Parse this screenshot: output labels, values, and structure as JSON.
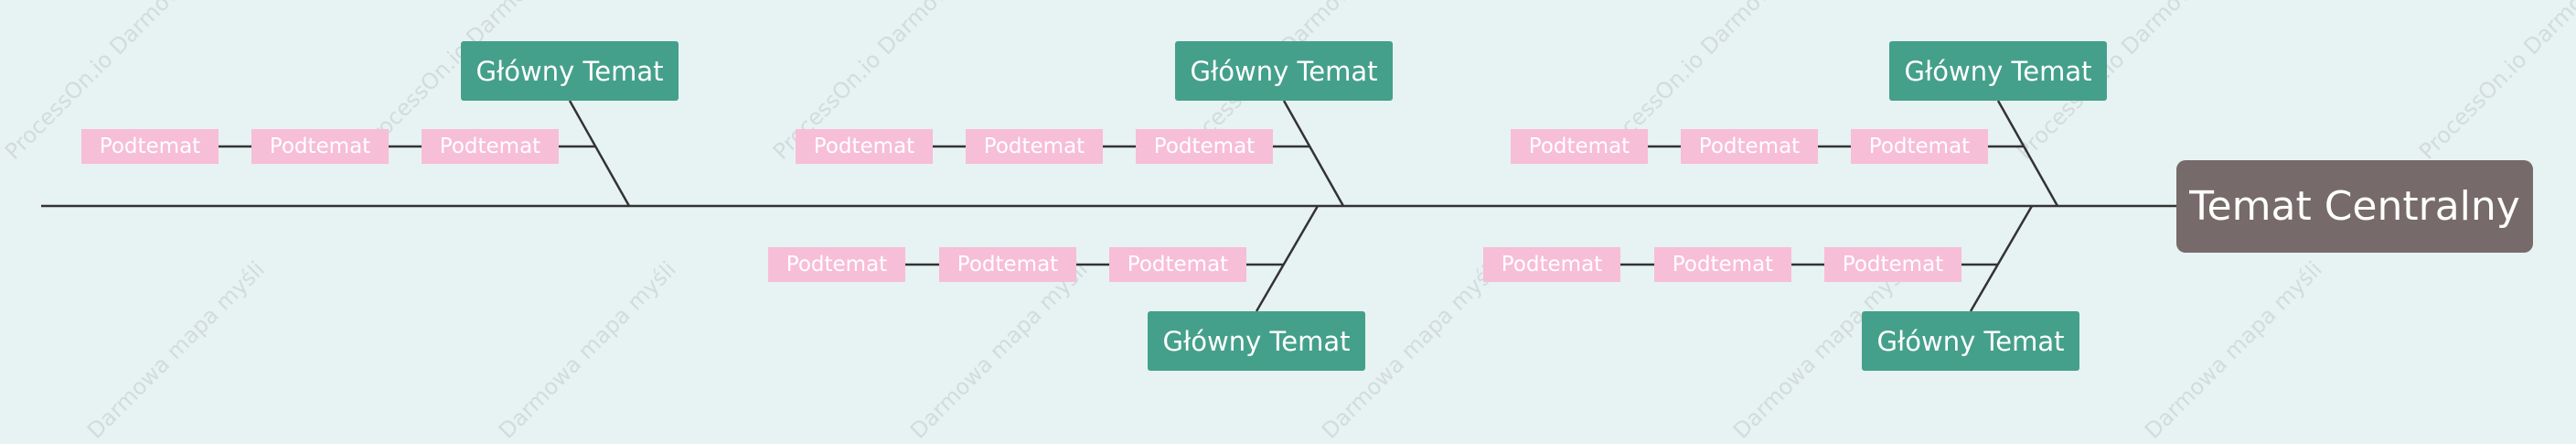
{
  "diagram": {
    "central_topic": "Temat Centralny",
    "branches": [
      {
        "main": "Główny Temat",
        "subtopics": [
          "Podtemat",
          "Podtemat",
          "Podtemat"
        ]
      },
      {
        "main": "Główny Temat",
        "subtopics": [
          "Podtemat",
          "Podtemat",
          "Podtemat"
        ]
      },
      {
        "main": "Główny Temat",
        "subtopics": [
          "Podtemat",
          "Podtemat",
          "Podtemat"
        ]
      },
      {
        "main": "Główny Temat",
        "subtopics": [
          "Podtemat",
          "Podtemat",
          "Podtemat"
        ]
      },
      {
        "main": "Główny Temat",
        "subtopics": [
          "Podtemat",
          "Podtemat",
          "Podtemat"
        ]
      }
    ]
  },
  "watermarks": {
    "top": "ProcessOn.io Darmowa mapa myśli",
    "bottom": "Darmowa mapa myśli"
  },
  "colors": {
    "background": "#e7f2f3",
    "central": "#766a6a",
    "main_topic": "#44a08a",
    "subtopic": "#f7bed7",
    "line": "#333333",
    "watermark": "#d2dcdd"
  }
}
